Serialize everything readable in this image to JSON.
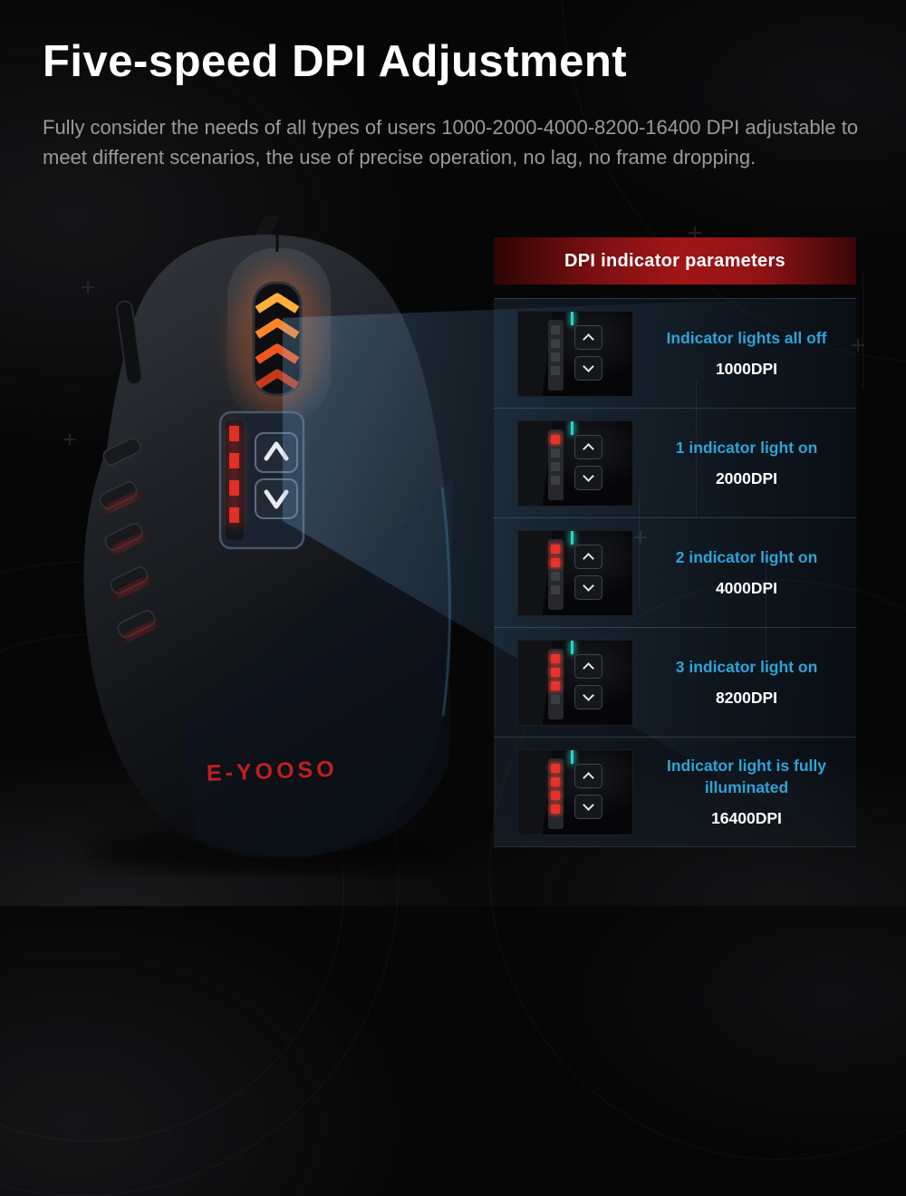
{
  "header": {
    "title": "Five-speed DPI Adjustment",
    "description": "Fully consider the needs of all types of users 1000-2000-4000-8200-16400 DPI adjustable to meet different scenarios, the use of precise operation, no lag, no frame dropping."
  },
  "mouse": {
    "brand": "E-YOOSO"
  },
  "panel": {
    "header": "DPI indicator parameters",
    "rows": [
      {
        "label": "Indicator lights all off",
        "dpi": "1000DPI",
        "lit": 0
      },
      {
        "label": "1 indicator light on",
        "dpi": "2000DPI",
        "lit": 1
      },
      {
        "label": "2 indicator light on",
        "dpi": "4000DPI",
        "lit": 2
      },
      {
        "label": "3 indicator light on",
        "dpi": "8200DPI",
        "lit": 3
      },
      {
        "label": "Indicator light is fully illuminated",
        "dpi": "16400DPI",
        "lit": 4
      }
    ]
  },
  "colors": {
    "accent_blue": "#2da4d8",
    "header_red": "#a11618",
    "led_red": "#e5332a",
    "wheel_orange": "#ff7a22",
    "brand_red": "#c21e1e",
    "teal_light": "#2ad2c6"
  }
}
